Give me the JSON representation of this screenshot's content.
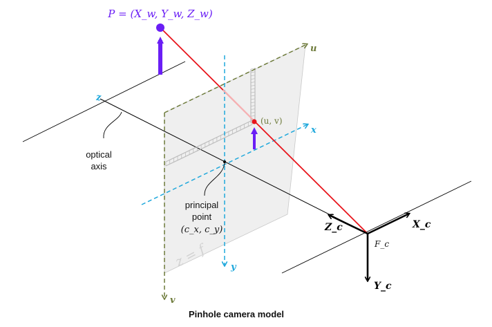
{
  "figure": {
    "caption": "Pinhole camera model",
    "point_label": "P = (X_w, Y_w, Z_w)",
    "projected_label": "(u, v)",
    "optical_axis": [
      "optical",
      "axis"
    ],
    "principal_point": [
      "principal",
      "point",
      "(c_x, c_y)"
    ],
    "image_plane_label": "z = f",
    "camera_frame_label": "F_c",
    "image_axes": {
      "x": "x",
      "y": "y",
      "z": "z"
    },
    "pixel_axes": {
      "u": "u",
      "v": "v"
    },
    "camera_axes": {
      "x": "X_c",
      "y": "Y_c",
      "z": "Z_c"
    }
  },
  "colors": {
    "point": "#6a1ef5",
    "ray": "#e8141b",
    "image_axis": "#1fa8dc",
    "pixel_axis": "#6d7a3a",
    "plane_fill": "#ececec",
    "camera_axis": "#000000"
  }
}
